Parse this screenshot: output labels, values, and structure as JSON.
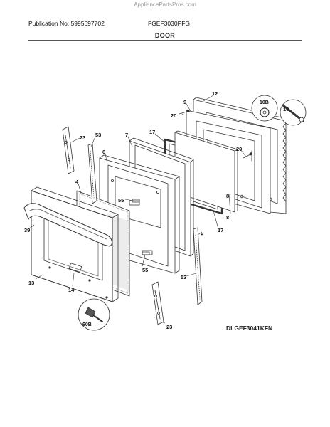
{
  "watermark": "AppliancePartsPros.com",
  "header": {
    "publication": "Publication No: 5995697702",
    "model": "FGEF3030PFG"
  },
  "section_title": "DOOR",
  "diagram_code": "DLGEF3041KFN",
  "callouts": {
    "c12": "12",
    "c9": "9",
    "c10b": "10B",
    "c10": "10",
    "c20a": "20",
    "c20b": "20",
    "c23a": "23",
    "c53a": "53",
    "c7": "7",
    "c17a": "17",
    "c6": "6",
    "c8a": "8",
    "c4": "4",
    "c55a": "55",
    "c8b": "8",
    "c17b": "17",
    "c39": "39",
    "c8c": "8",
    "c55b": "55",
    "c53b": "53",
    "c13": "13",
    "c14": "14",
    "c60b": "60B",
    "c23b": "23"
  }
}
